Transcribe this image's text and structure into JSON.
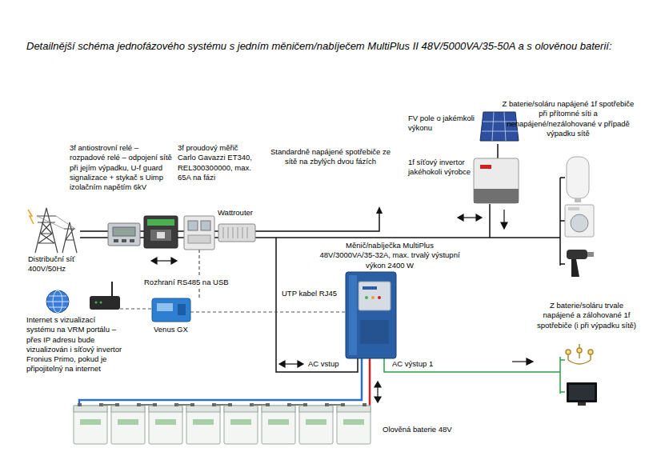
{
  "diagram": {
    "title": "Detailnější schéma jednofázového systému s jedním měničem/nabíječem MultiPlus II 48V/5000VA/35-50A a s olověnou baterií:",
    "labels": [
      "3f antiostrovní relé – rozpadové relé – odpojení sítě při jejím výpadku, U-f guard signalizace + stykač s Uimp izolačním napětím 6kV",
      "3f proudový měřič Carlo Gavazzi ET340, REL300300000, max. 65A na fázi",
      "Standardně napájené spotřebiče ze sítě na zbylých dvou fázích",
      "FV pole o jakémkoli výkonu",
      "Z baterie/soláru napájené 1f spotřebiče při přítomné síti a nenapájené/nezálohované v případě výpadku sítě",
      "1f síťový invertor jakéhokoli výrobce",
      "Wattrouter",
      "Distribuční síť 400V/50Hz",
      "Měnič/nabíječka MultiPlus 48V/3000VA/35-32A, max. trvalý výstupní výkon 2400 W",
      "Rozhraní RS485 na USB",
      "UTP kabel RJ45",
      "Z baterie/soláru trvale napájené a zálohované 1f spotřebiče (i při výpadku sítě)",
      "Internet s vizualizací systému na VRM portálu – přes IP adresu bude vizualizován i síťový invertor Fronius Primo, pokud je připojitelný na internet",
      "Venus GX",
      "AC vstup",
      "AC výstup 1",
      "Olověná baterie 48V"
    ]
  }
}
